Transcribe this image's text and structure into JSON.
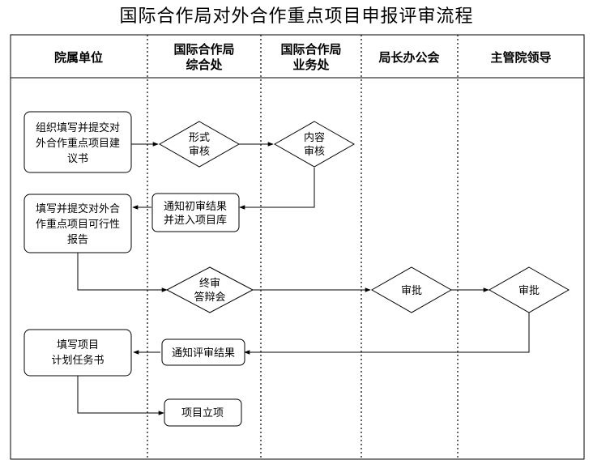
{
  "title": "国际合作局对外合作重点项目申报评审流程",
  "lanes": [
    {
      "lines": [
        "院属单位"
      ]
    },
    {
      "lines": [
        "国际合作局",
        "综合处"
      ]
    },
    {
      "lines": [
        "国际合作局",
        "业务处"
      ]
    },
    {
      "lines": [
        "局长办公会"
      ]
    },
    {
      "lines": [
        "主管院领导"
      ]
    }
  ],
  "nodes": {
    "organize_proposal": {
      "lines": [
        "组织填写并提交对",
        "外合作重点项目建",
        "议书"
      ]
    },
    "formal_review": {
      "lines": [
        "形式",
        "审核"
      ]
    },
    "content_review": {
      "lines": [
        "内容",
        "审核"
      ]
    },
    "notify_initial": {
      "lines": [
        "通知初审结果",
        "并进入项目库"
      ]
    },
    "feasibility_report": {
      "lines": [
        "填写并提交对外合",
        "作重点项目可行性",
        "报告"
      ]
    },
    "final_review": {
      "lines": [
        "终审",
        "答辩会"
      ]
    },
    "office_approve": {
      "lines": [
        "审批"
      ]
    },
    "leader_approve": {
      "lines": [
        "审批"
      ]
    },
    "notify_result": {
      "lines": [
        "通知评审结果"
      ]
    },
    "task_book": {
      "lines": [
        "填写项目",
        "计划任务书"
      ]
    },
    "project_setup": {
      "lines": [
        "项目立项"
      ]
    }
  }
}
